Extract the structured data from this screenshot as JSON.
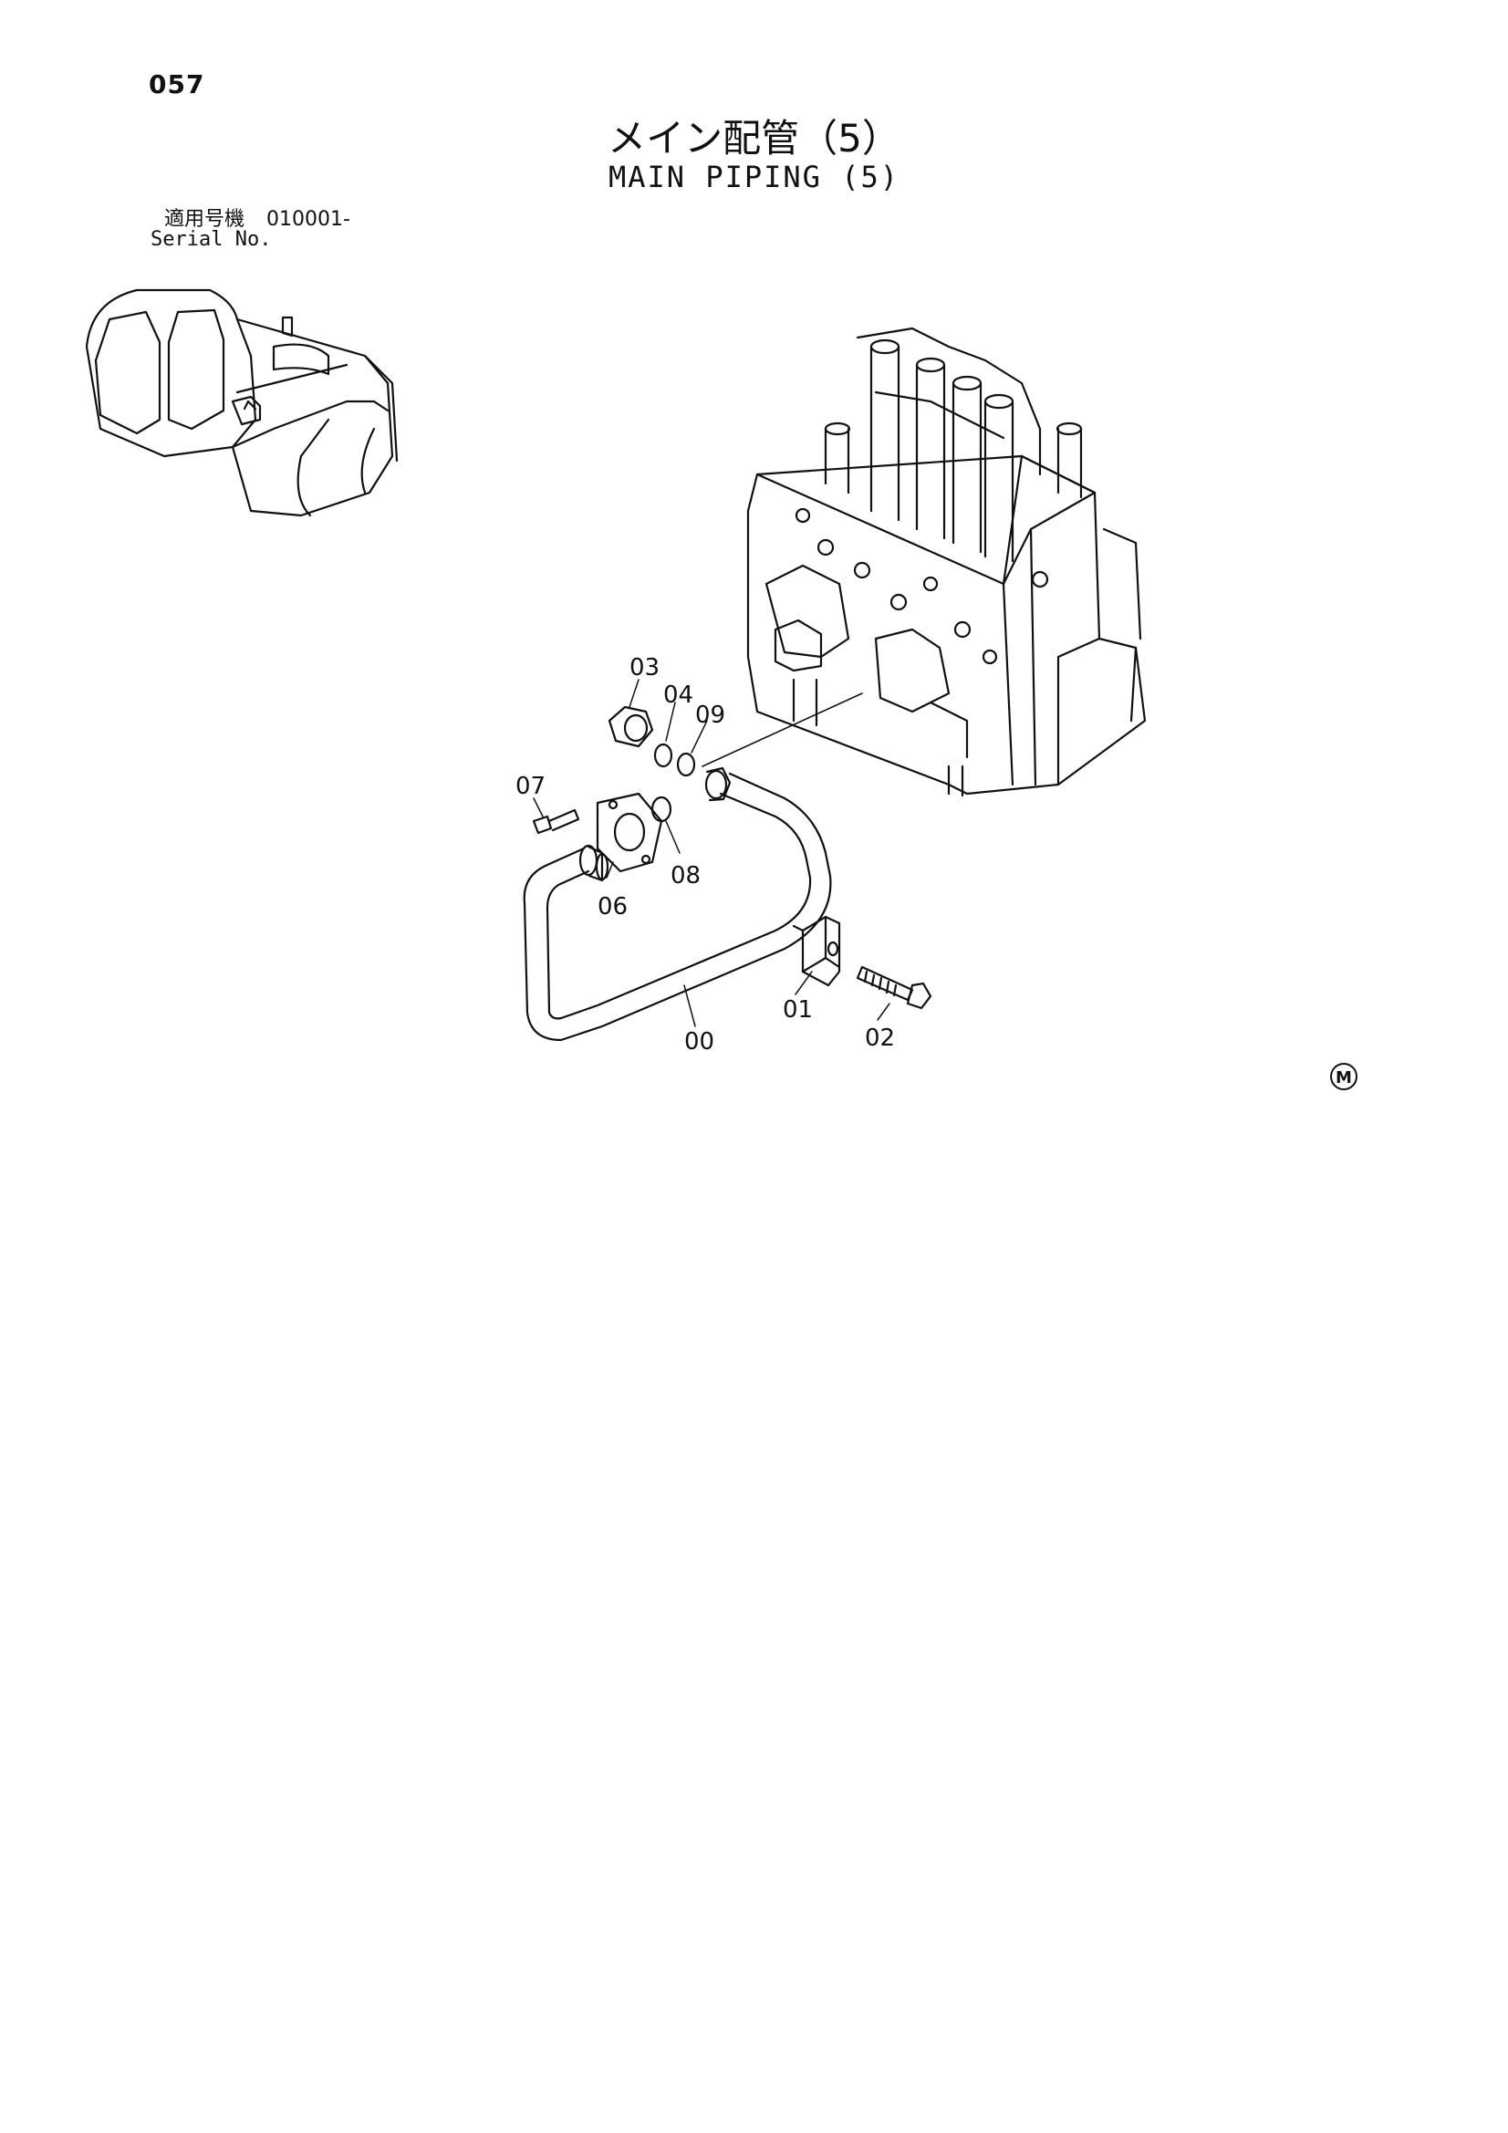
{
  "page_number": "057",
  "title_jp": "メイン配管（5）",
  "title_en": "MAIN PIPING (5)",
  "serial": {
    "label_jp": "適用号機",
    "number": "010001-",
    "label_en": "Serial No."
  },
  "part_labels": [
    "00",
    "01",
    "02",
    "03",
    "04",
    "06",
    "07",
    "08",
    "09"
  ],
  "mark": "M"
}
